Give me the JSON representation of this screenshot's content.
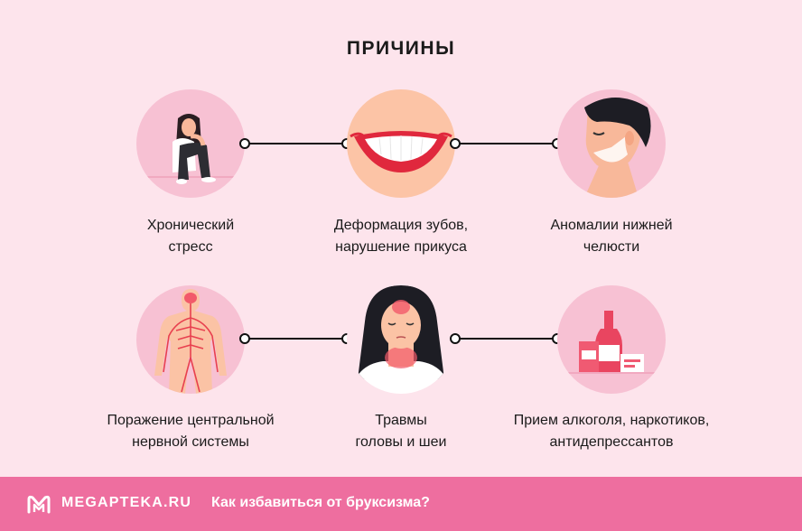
{
  "title": "ПРИЧИНЫ",
  "causes": [
    {
      "line1": "Хронический",
      "line2": "стресс",
      "icon": "stressed-person-icon"
    },
    {
      "line1": "Деформация зубов,",
      "line2": "нарушение прикуса",
      "icon": "teeth-smile-icon"
    },
    {
      "line1": "Аномалии нижней",
      "line2": "челюсти",
      "icon": "jaw-profile-icon"
    },
    {
      "line1": "Поражение центральной",
      "line2": "нервной системы",
      "icon": "nervous-system-icon"
    },
    {
      "line1": "Травмы",
      "line2": "головы и шеи",
      "icon": "head-neck-injury-icon"
    },
    {
      "line1": "Прием алкоголя, наркотиков,",
      "line2": "антидепрессантов",
      "icon": "bottle-pills-icon"
    }
  ],
  "footer": {
    "brand": "MEGAPTEKA.RU",
    "subtitle": "Как избавиться от бруксизма?",
    "logo_icon": "megapteka-logo-icon"
  },
  "colors": {
    "background": "#fde4ec",
    "circle": "#f7c1d3",
    "footer": "#ee6e9f",
    "skin": "#fcc4a6",
    "accent_red": "#f25a6a"
  }
}
